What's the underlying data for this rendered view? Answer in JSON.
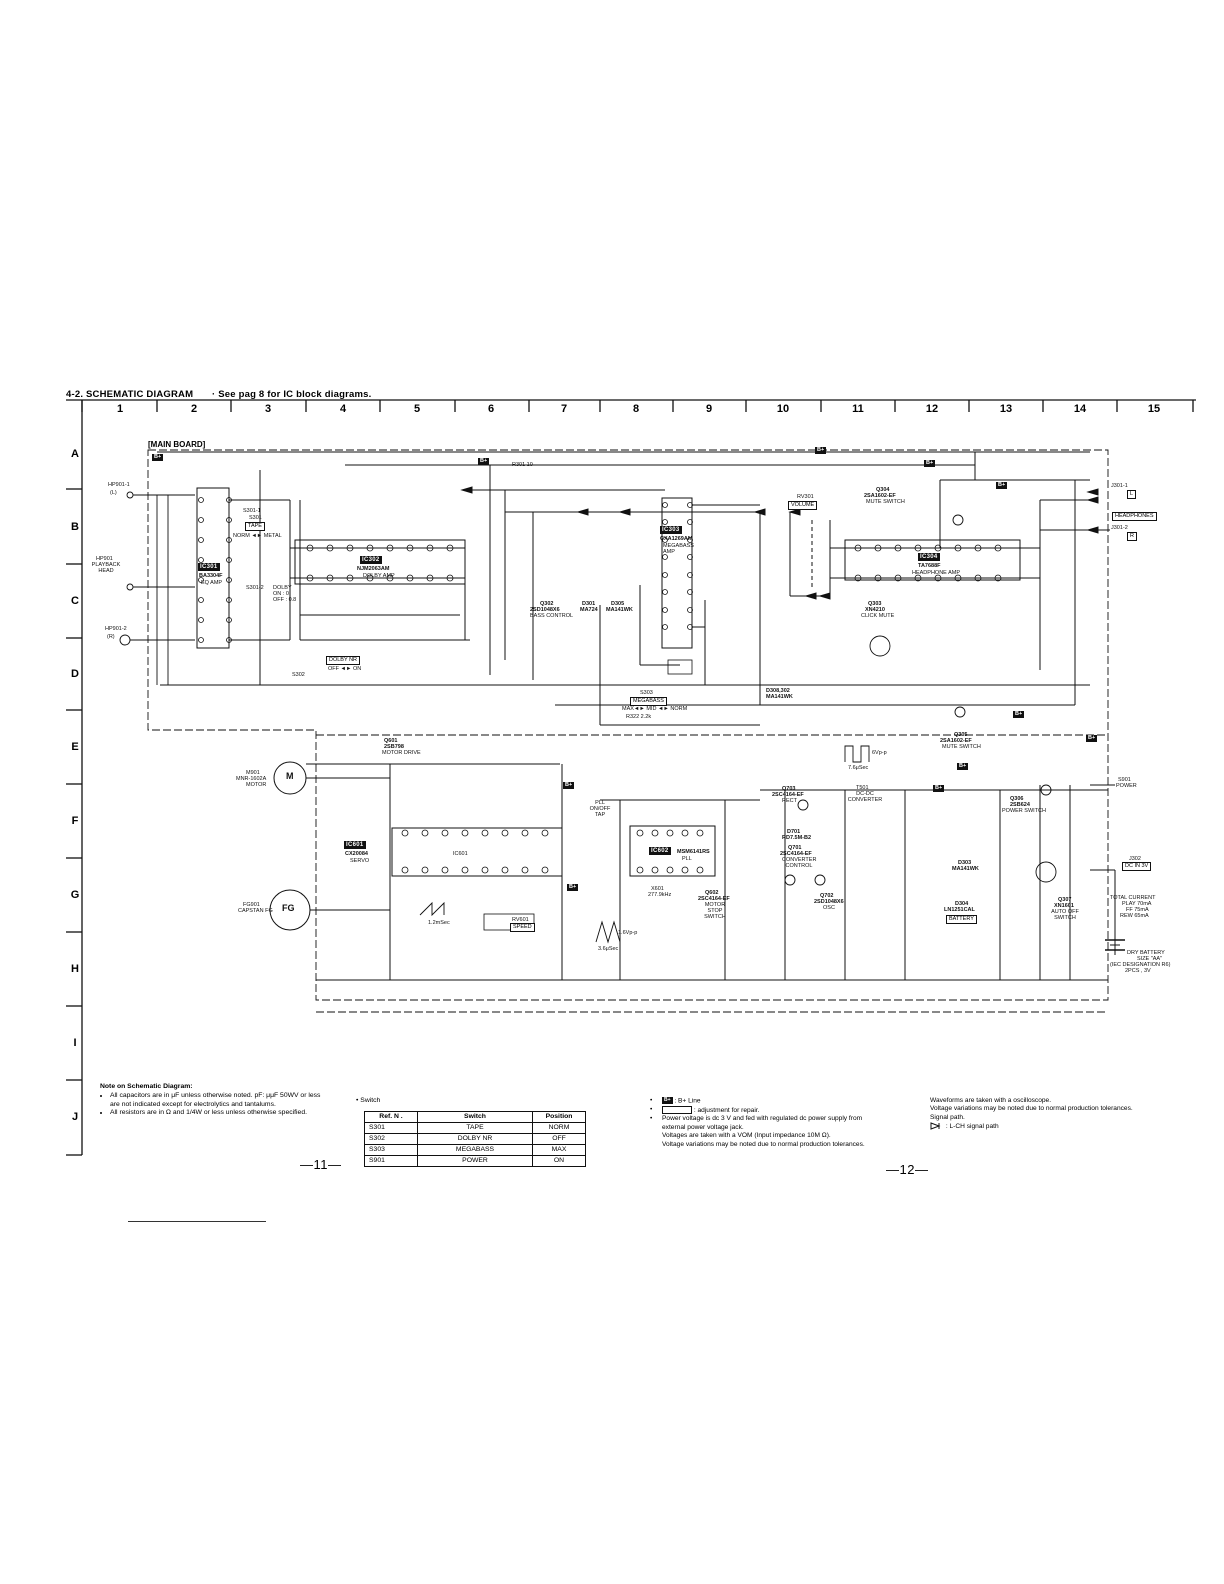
{
  "title": "4-2. SCHEMATIC DIAGRAM",
  "title_note": "· See pag  8 for IC block diagrams.",
  "columns": [
    "1",
    "2",
    "3",
    "4",
    "5",
    "6",
    "7",
    "8",
    "9",
    "10",
    "11",
    "12",
    "13",
    "14",
    "15"
  ],
  "rows": [
    "A",
    "B",
    "C",
    "D",
    "E",
    "F",
    "G",
    "H",
    "I",
    "J"
  ],
  "board_label": "[MAIN BOARD]",
  "bplus": "B+",
  "ics": {
    "ic301": "IC301",
    "ic301_part": "BA3304F",
    "ic301_func": "EQ AMP",
    "ic302": "IC302",
    "ic302_part": "NJM2063AM",
    "ic302_func": "DOLBY AMP",
    "ic303": "IC303",
    "ic303_part": "CXA1269AM",
    "ic303_func": "MEGABASS AMP",
    "ic304": "IC304",
    "ic304_part": "TA7688F",
    "ic304_func": "HEADPHONE AMP",
    "ic601": "IC601",
    "ic601_part": "CX20084",
    "ic601_func": "SERVO",
    "ic602": "IC602",
    "ic602_part": "MSM6141RS",
    "ic602_func": "PLL",
    "ic601_inner": "IC601"
  },
  "components": {
    "hp901_1": "HP901-1",
    "hp901_1_ch": "(L)",
    "hp901_2": "HP901-2",
    "hp901_2_ch": "(R)",
    "hp901": "HP901",
    "hp901_desc": "PLAYBACK HEAD",
    "s301": "S301",
    "s301_box": "TAPE",
    "s301_text": "NORM ◄► METAL",
    "s301_1": "S301-1",
    "s301_2": "S301-2",
    "s302_box": "DOLBY NR",
    "s302": "S302",
    "s302_text": "OFF ◄► ON",
    "s302_on": "DOLBY ON : 0 OFF : 0.8",
    "r301": "R301 10",
    "q302": "Q302",
    "q302_part": "2SD1048X6",
    "q302_func": "BASS CONTROL",
    "d301": "D301",
    "d301_part": "MA724",
    "d305": "D305",
    "d305_part": "MA141WK",
    "s303_box": "MEGABASS",
    "s303": "S303",
    "s303_text": "MAX◄► MID ◄► NORM",
    "r322": "R322 2.2k",
    "d308": "D308,302",
    "d308_part": "MA141WK",
    "rv301": "RV301",
    "rv301_box": "VOLUME",
    "q304": "Q304",
    "q304_part": "2SA1602-EF",
    "q304_func": "MUTE SWITCH",
    "q303": "Q303",
    "q303_part": "XN4210",
    "q303_func": "CLICK MUTE",
    "q305": "Q305",
    "q305_part": "2SA1602-EF",
    "q305_func": "MUTE SWITCH",
    "j301_1": "J301-1",
    "j301_2": "J301-2",
    "j301_box": "HEADPHONES",
    "j301_l": "L",
    "j301_r": "R",
    "q601": "Q601",
    "q601_part": "2SB798",
    "q601_func": "MOTOR DRIVE",
    "m901": "M901",
    "m901_part": "MNR-1602A",
    "m901_func": "MOTOR",
    "m901_sym": "M",
    "fg901": "FG901",
    "fg901_func": "CAPSTAN FG",
    "fg_sym": "FG",
    "rv601_box": "SPEED",
    "rv601": "RV601",
    "pll_sw": "PLL ON/OFF TAP",
    "x601": "X601",
    "x601_freq": "277.9kHz",
    "q602": "Q602",
    "q602_part": "2SC4164-EF",
    "q602_func": "MOTOR STOP SWITCH",
    "q703": "Q703",
    "q703_part": "2SC4164-EF",
    "q703_func": "RECT",
    "t501": "T501",
    "t501_func": "DC-DC CONVERTER",
    "d701": "D701",
    "d701_part": "RD7.5M-B2",
    "q701": "Q701",
    "q701_part": "2SC4164-EF",
    "q701_func": "CONVERTER CONTROL",
    "q702": "Q702",
    "q702_part": "2SD1048X6",
    "q702_func": "OSC",
    "d303": "D303",
    "d303_part": "MA141WK",
    "d304": "D304",
    "d304_part": "LN1251CAL",
    "d304_box": "BATTERY",
    "q306": "Q306",
    "q306_part": "2SB624",
    "q306_func": "POWER SWITCH",
    "q307": "Q307",
    "q307_part": "XN1601",
    "q307_func": "AUTO OFF SWITCH",
    "s901": "S901",
    "s901_func": "POWER",
    "j302": "J302",
    "j302_box": "DC IN 3V",
    "total_current": "TOTAL CURRENT",
    "play": "PLAY 70mA",
    "ff": "FF 75mA",
    "rew": "REW 65mA",
    "battery_1": "DRY BATTERY",
    "battery_2": "SIZE \"AA\"",
    "battery_3": "(IEC DESIGNATION R6)",
    "battery_4": "2PCS , 3V",
    "wave1_amp": "6Vp-p",
    "wave1_time": "7.6μSec",
    "wave2_amp": "1.6Vp-p",
    "wave2_time": "3.6μSec",
    "wave3_time": "1.2mSec"
  },
  "notes": {
    "heading": "Note on Schematic Diagram:",
    "items": [
      "All capacitors are in μF unless otherwise noted. pF: μμF 50WV or less are not indicated except for electrolytics and tantalums.",
      "All resistors are in Ω and 1/4W or less unless otherwise specified."
    ]
  },
  "switch_table": {
    "heading": "Switch",
    "headers": [
      "Ref. N .",
      "Switch",
      "Position"
    ],
    "rows": [
      [
        "S301",
        "TAPE",
        "NORM"
      ],
      [
        "S302",
        "DOLBY NR",
        "OFF"
      ],
      [
        "S303",
        "MEGABASS",
        "MAX"
      ],
      [
        "S901",
        "POWER",
        "ON"
      ]
    ]
  },
  "page_left": "—11—",
  "page_right": "—12—",
  "legend": {
    "bplus_swatch": "B+",
    "bplus_text": ": B+ Line",
    "adjust_text": ": adjustment for repair.",
    "power_text": "Power voltage is dc  3  V and fed with regulated dc power supply from external power voltage jack.",
    "vom_text": "Voltages are taken with a VOM (Input impedance 10M Ω).",
    "variation_text": "Voltage variations may be noted due to normal production tolerances."
  },
  "waveform_notes": {
    "line1": "Waveforms are taken with a oscilloscope.",
    "line2": "Voltage variations may be noted due to normal production tolerances.",
    "line3": "Signal path.",
    "line4": ": L-CH signal path"
  },
  "colors": {
    "ink": "#111111",
    "paper": "#ffffff"
  }
}
